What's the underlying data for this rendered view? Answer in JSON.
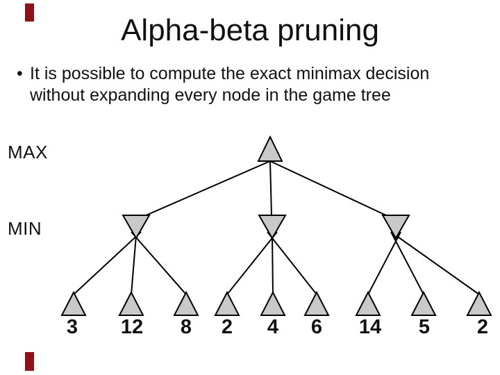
{
  "slide": {
    "title": "Alpha-beta pruning",
    "bullet_marker": "•",
    "bullet_lines": [
      "It is possible to compute the exact minimax decision",
      "without expanding every node in the game tree"
    ]
  },
  "tree": {
    "type": "minimax-game-tree",
    "level_labels": {
      "max": "MAX",
      "min": "MIN"
    },
    "leaf_values": [
      3,
      12,
      8,
      2,
      4,
      6,
      14,
      5,
      2
    ],
    "subtrees": [
      {
        "parent": "MIN-1",
        "leaves": [
          3,
          12,
          8
        ]
      },
      {
        "parent": "MIN-2",
        "leaves": [
          2,
          4,
          6
        ]
      },
      {
        "parent": "MIN-3",
        "leaves": [
          14,
          5,
          2
        ]
      }
    ]
  },
  "colors": {
    "background": "#ffffff",
    "text": "#111111",
    "node_fill": "#c9c9c9",
    "node_outline": "#000000",
    "edge": "#000000",
    "accent_bar": "#8e1118"
  }
}
